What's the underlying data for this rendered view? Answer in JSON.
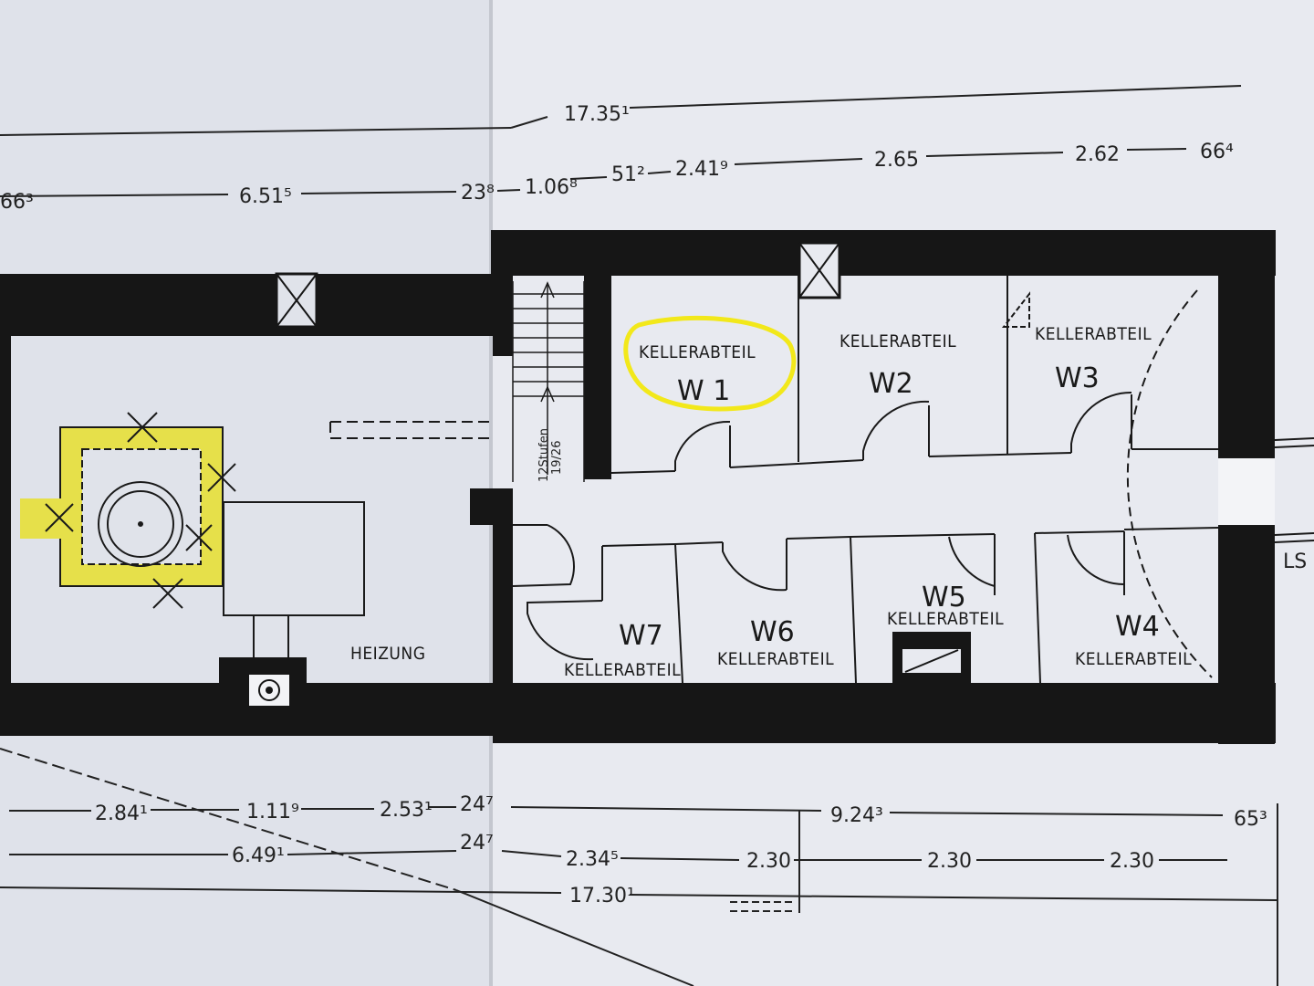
{
  "dimensions": {
    "top_total": "17.35¹",
    "top_row": [
      "66³",
      "6.51⁵",
      "23⁸",
      "1.06⁸",
      "51²",
      "2.41⁹",
      "2.65",
      "2.62",
      "66⁴"
    ],
    "bottom_row1": [
      "2.84¹",
      "1.11⁹",
      "2.53¹",
      "24⁷",
      "9.24³",
      "65³"
    ],
    "bottom_row2": [
      "6.49¹",
      "24⁷",
      "2.34⁵",
      "2.30",
      "2.30",
      "2.30"
    ],
    "bottom_total": "17.30¹"
  },
  "rooms": {
    "w1": {
      "label": "KELLERABTEIL",
      "code": "W 1"
    },
    "w2": {
      "label": "KELLERABTEIL",
      "code": "W2"
    },
    "w3": {
      "label": "KELLERABTEIL",
      "code": "W3"
    },
    "w4": {
      "label": "KELLERABTEIL",
      "code": "W4"
    },
    "w5": {
      "label": "KELLERABTEIL",
      "code": "W5"
    },
    "w6": {
      "label": "KELLERABTEIL",
      "code": "W6"
    },
    "w7": {
      "label": "KELLERABTEIL",
      "code": "W7"
    },
    "heizung": "HEIZUNG"
  },
  "stairs": {
    "label1": "12Stufen",
    "label2": "19/26"
  },
  "edge_label": "LS",
  "colors": {
    "wall": "#161616",
    "highlight": "#f2e81a",
    "chimney_fill": "#e6e04a",
    "paper": "#e6e8ef"
  }
}
